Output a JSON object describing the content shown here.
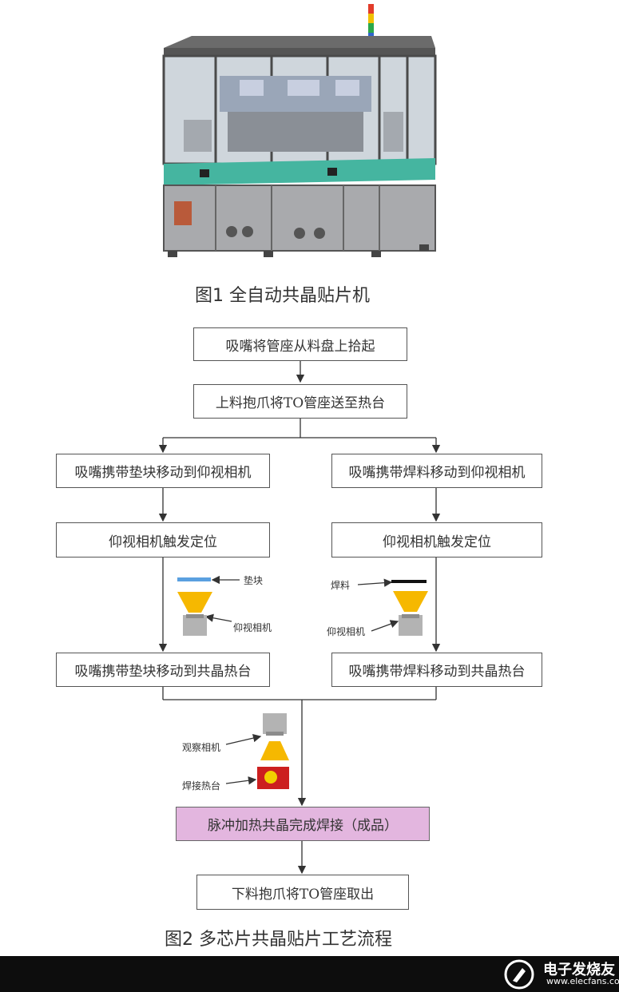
{
  "figure1": {
    "caption": "图1  全自动共晶贴片机"
  },
  "figure2": {
    "caption": "图2  多芯片共晶贴片工艺流程",
    "steps": {
      "s1": "吸嘴将管座从料盘上拾起",
      "s2": "上料抱爪将TO管座送至热台",
      "left_a": "吸嘴携带垫块移动到仰视相机",
      "left_b": "仰视相机触发定位",
      "left_c": "吸嘴携带垫块移动到共晶热台",
      "right_a": "吸嘴携带焊料移动到仰视相机",
      "right_b": "仰视相机触发定位",
      "right_c": "吸嘴携带焊料移动到共晶热台",
      "pulse": "脉冲加热共晶完成焊接（成品）",
      "final": "下料抱爪将TO管座取出"
    },
    "labels": {
      "pad": "垫块",
      "upcam_left": "仰视相机",
      "solder": "焊料",
      "upcam_right": "仰视相机",
      "obs_cam": "观察相机",
      "weld_stage": "焊接热台"
    },
    "colors": {
      "pink": "#e3b6df",
      "cone": "#f6b800",
      "pad": "#5aa0e0",
      "cam": "#b3b3b3",
      "stage": "#cc1f1f"
    }
  },
  "watermark": {
    "brand": "电子发烧友",
    "url": "www.elecfans.com"
  }
}
